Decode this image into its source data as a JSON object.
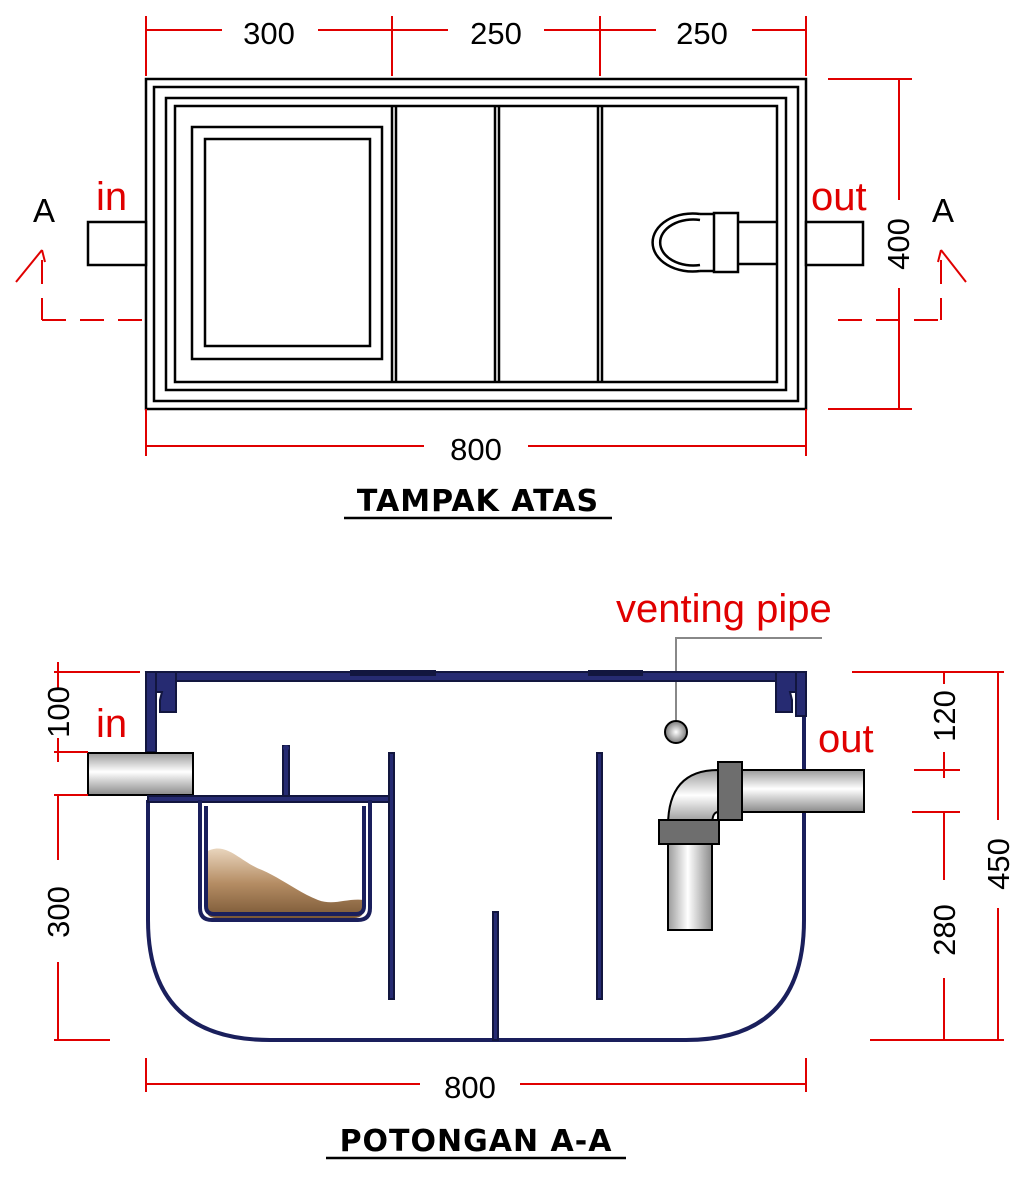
{
  "top_view": {
    "dimensions": {
      "seg1": "300",
      "seg2": "250",
      "seg3": "250",
      "total_width": "800",
      "height": "400"
    },
    "labels": {
      "in": "in",
      "out": "out",
      "section_left": "A",
      "section_right": "A"
    },
    "title": "TAMPAK ATAS"
  },
  "section_view": {
    "dimensions": {
      "inlet_top": "100",
      "inlet_bottom": "300",
      "outlet_top": "120",
      "outlet_bottom": "280",
      "total_height": "450",
      "total_width": "800"
    },
    "labels": {
      "in": "in",
      "out": "out",
      "venting_pipe": "venting pipe"
    },
    "title": "POTONGAN A-A"
  },
  "colors": {
    "dimension": "#e00000",
    "tank_wall": "#1a1f5c",
    "sediment": "#a47b52"
  }
}
